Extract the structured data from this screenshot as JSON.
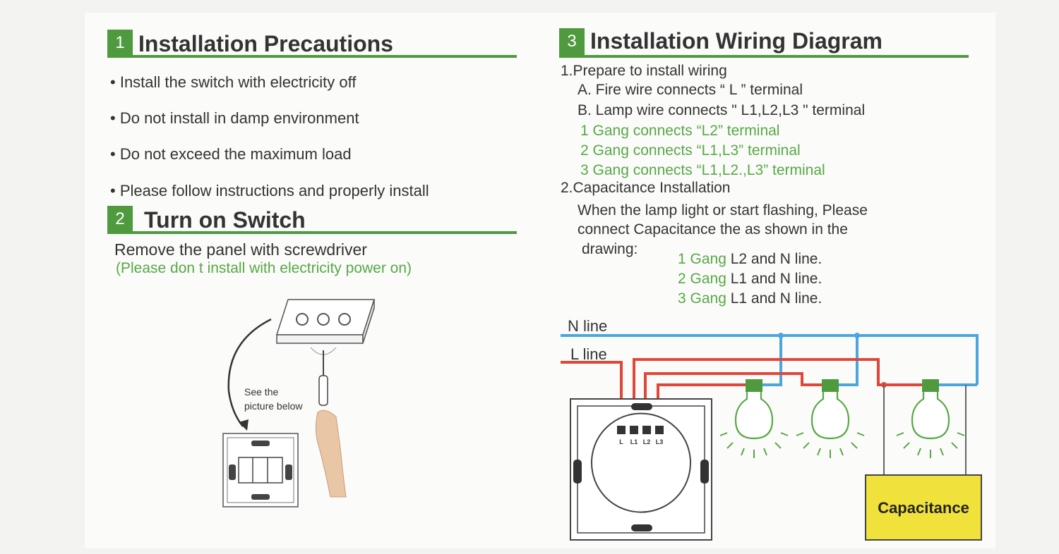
{
  "section1": {
    "number": "1",
    "title": "Installation Precautions",
    "bullets": [
      "Install the switch with electricity off",
      "Do not install in damp environment",
      "Do not exceed the maximum load",
      "Please follow instructions and properly install"
    ]
  },
  "section2": {
    "number": "2",
    "title": "Turn on Switch",
    "line1": "Remove the panel with screwdriver",
    "line2": "(Please don t  install with electricity power on)",
    "see_label_1": "See the",
    "see_label_2": "picture below"
  },
  "section3": {
    "number": "3",
    "title": "Installation Wiring Diagram",
    "step1": "1.Prepare to install wiring",
    "step1_a": "A. Fire wire connects “ L ” terminal",
    "step1_b": "B. Lamp wire connects \" L1,L2,L3 \" terminal",
    "gang1": "1 Gang connects “L2” terminal",
    "gang2": "2 Gang connects “L1,L3” terminal",
    "gang3": "3 Gang connects “L1,L2.,L3” terminal",
    "step2": "2.Capacitance Installation",
    "cap_1": "When the lamp light or start flashing, Please",
    "cap_2": "connect Capacitance the  as shown in the",
    "cap_3": "drawing:",
    "cap_g1_a": "1 Gang ",
    "cap_g1_b": "L2 and N line.",
    "cap_g2_a": "2 Gang ",
    "cap_g2_b": "L1 and N line.",
    "cap_g3_a": "3 Gang ",
    "cap_g3_b": "L1 and N line."
  },
  "diagram": {
    "n_line": "N line",
    "l_line": "L line",
    "terminals": [
      "L",
      "L1",
      "L2",
      "L3"
    ],
    "capacitance": "Capacitance",
    "colors": {
      "n_wire": "#4aa6dd",
      "l_wire": "#e0473a",
      "green": "#4f9a3e",
      "cap_fill": "#f0e23a"
    }
  }
}
